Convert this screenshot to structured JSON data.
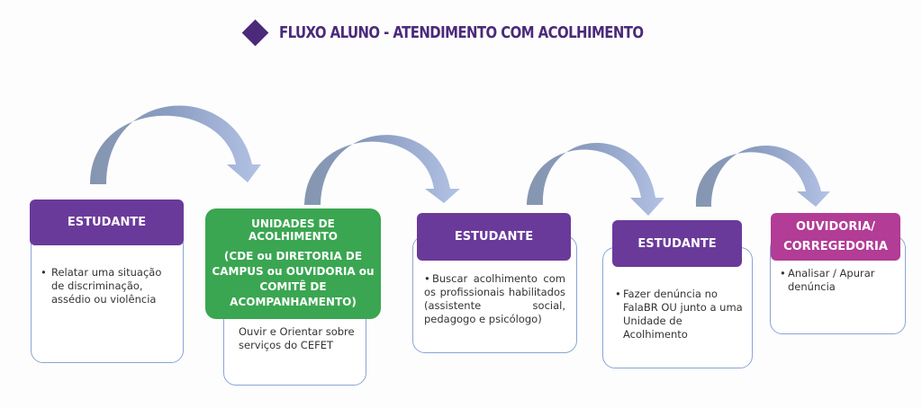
{
  "title": {
    "icon": "diamond-icon",
    "text": "FLUXO ALUNO - ATENDIMENTO COM ACOLHIMENTO"
  },
  "colors": {
    "title": "#4b2a7a",
    "purple_header": "#6a3a9a",
    "green_header": "#3aa651",
    "magenta_header": "#b23c96",
    "box_border": "#8aa4d6",
    "arrow_dark": "#8596b0",
    "arrow_light": "#b3c3e6"
  },
  "steps": [
    {
      "header": "ESTUDANTE",
      "bullet": "•",
      "body": "Relatar uma situação de discriminação, assédio ou violência"
    },
    {
      "header": "UNIDADES DE ACOLHIMENTO",
      "header_sub": "(CDE ou DIRETORIA DE CAMPUS ou OUVIDORIA ou COMITÊ DE ACOMPANHAMENTO)",
      "body": "Ouvir e Orientar sobre serviços do CEFET"
    },
    {
      "header": "ESTUDANTE",
      "bullet": "•",
      "body": "Buscar acolhimento com os profissionais habilitados (assistente social, pedagogo e psicólogo)"
    },
    {
      "header": "ESTUDANTE",
      "bullet": "•",
      "body": "Fazer denúncia no FalaBR OU junto a uma Unidade de Acolhimento"
    },
    {
      "header_line1": "OUVIDORIA/",
      "header_line2": "CORREGEDORIA",
      "bullet": "•",
      "body": "Analisar / Apurar denúncia"
    }
  ]
}
